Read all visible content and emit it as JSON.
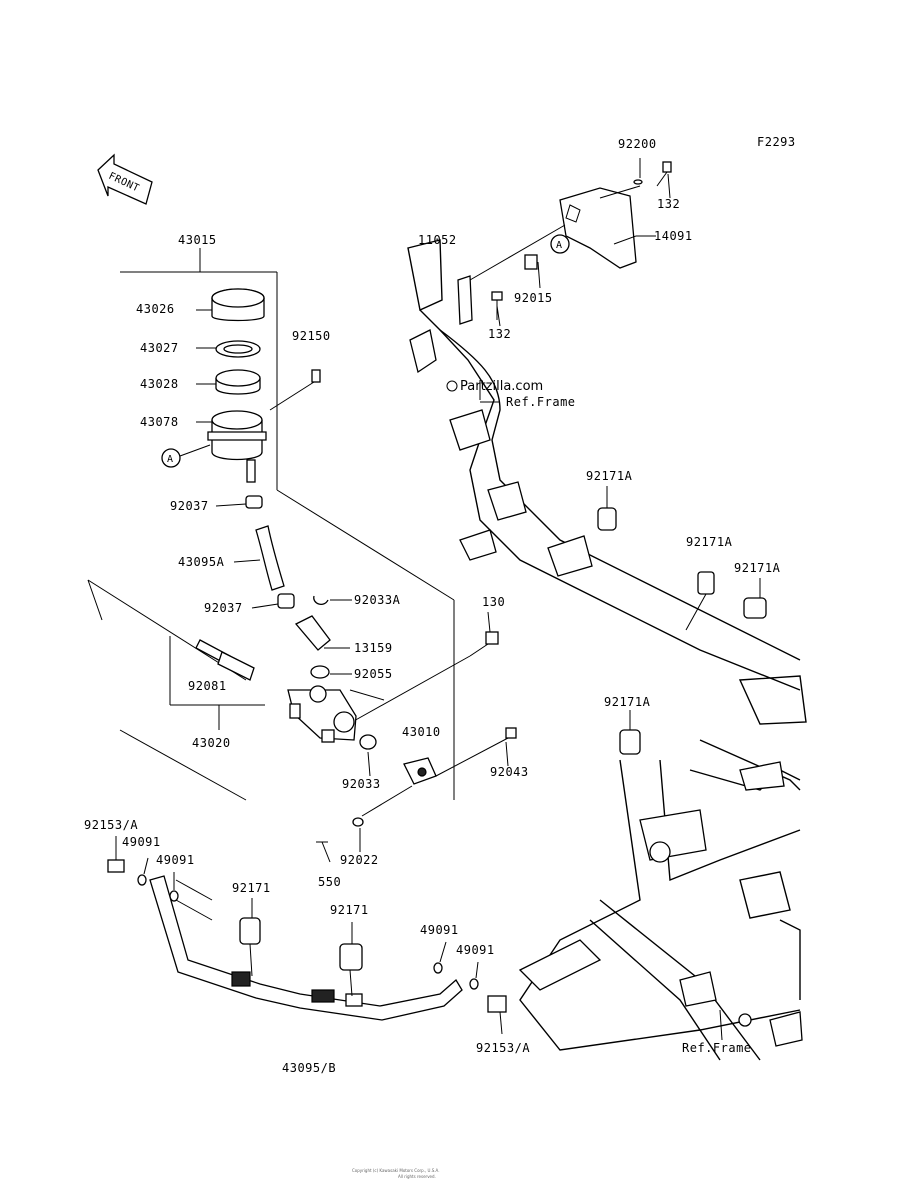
{
  "diagram_code": "F2293",
  "front_label": "FRONT",
  "watermark": "Partzilla.com",
  "ref_marker": "A",
  "copyright_line1": "Copyright (c) Kawasaki Motors Corp., U.S.A.",
  "copyright_line2": "All rights reserved.",
  "labels": {
    "p92200": "92200",
    "p132a": "132",
    "p14091": "14091",
    "p11052": "11052",
    "p92015": "92015",
    "p132b": "132",
    "p43015": "43015",
    "p43026": "43026",
    "p43027": "43027",
    "p43028": "43028",
    "p43078": "43078",
    "p92150": "92150",
    "p92037a": "92037",
    "p43095a": "43095A",
    "p92037b": "92037",
    "p92033a": "92033A",
    "p13159": "13159",
    "p92055": "92055",
    "p130": "130",
    "p92081": "92081",
    "p43020": "43020",
    "p43010": "43010",
    "p92033": "92033",
    "p92043": "92043",
    "p92022": "92022",
    "p550": "550",
    "p92153a_left": "92153/A",
    "p49091a": "49091",
    "p49091b": "49091",
    "p92171a": "92171",
    "p92171b": "92171",
    "p49091c": "49091",
    "p49091d": "49091",
    "p92153a_right": "92153/A",
    "p43095b": "43095/B",
    "p92171A_1": "92171A",
    "p92171A_2": "92171A",
    "p92171A_3": "92171A",
    "p92171A_4": "92171A",
    "ref_frame_1": "Ref.Frame",
    "ref_frame_2": "Ref.Frame"
  }
}
